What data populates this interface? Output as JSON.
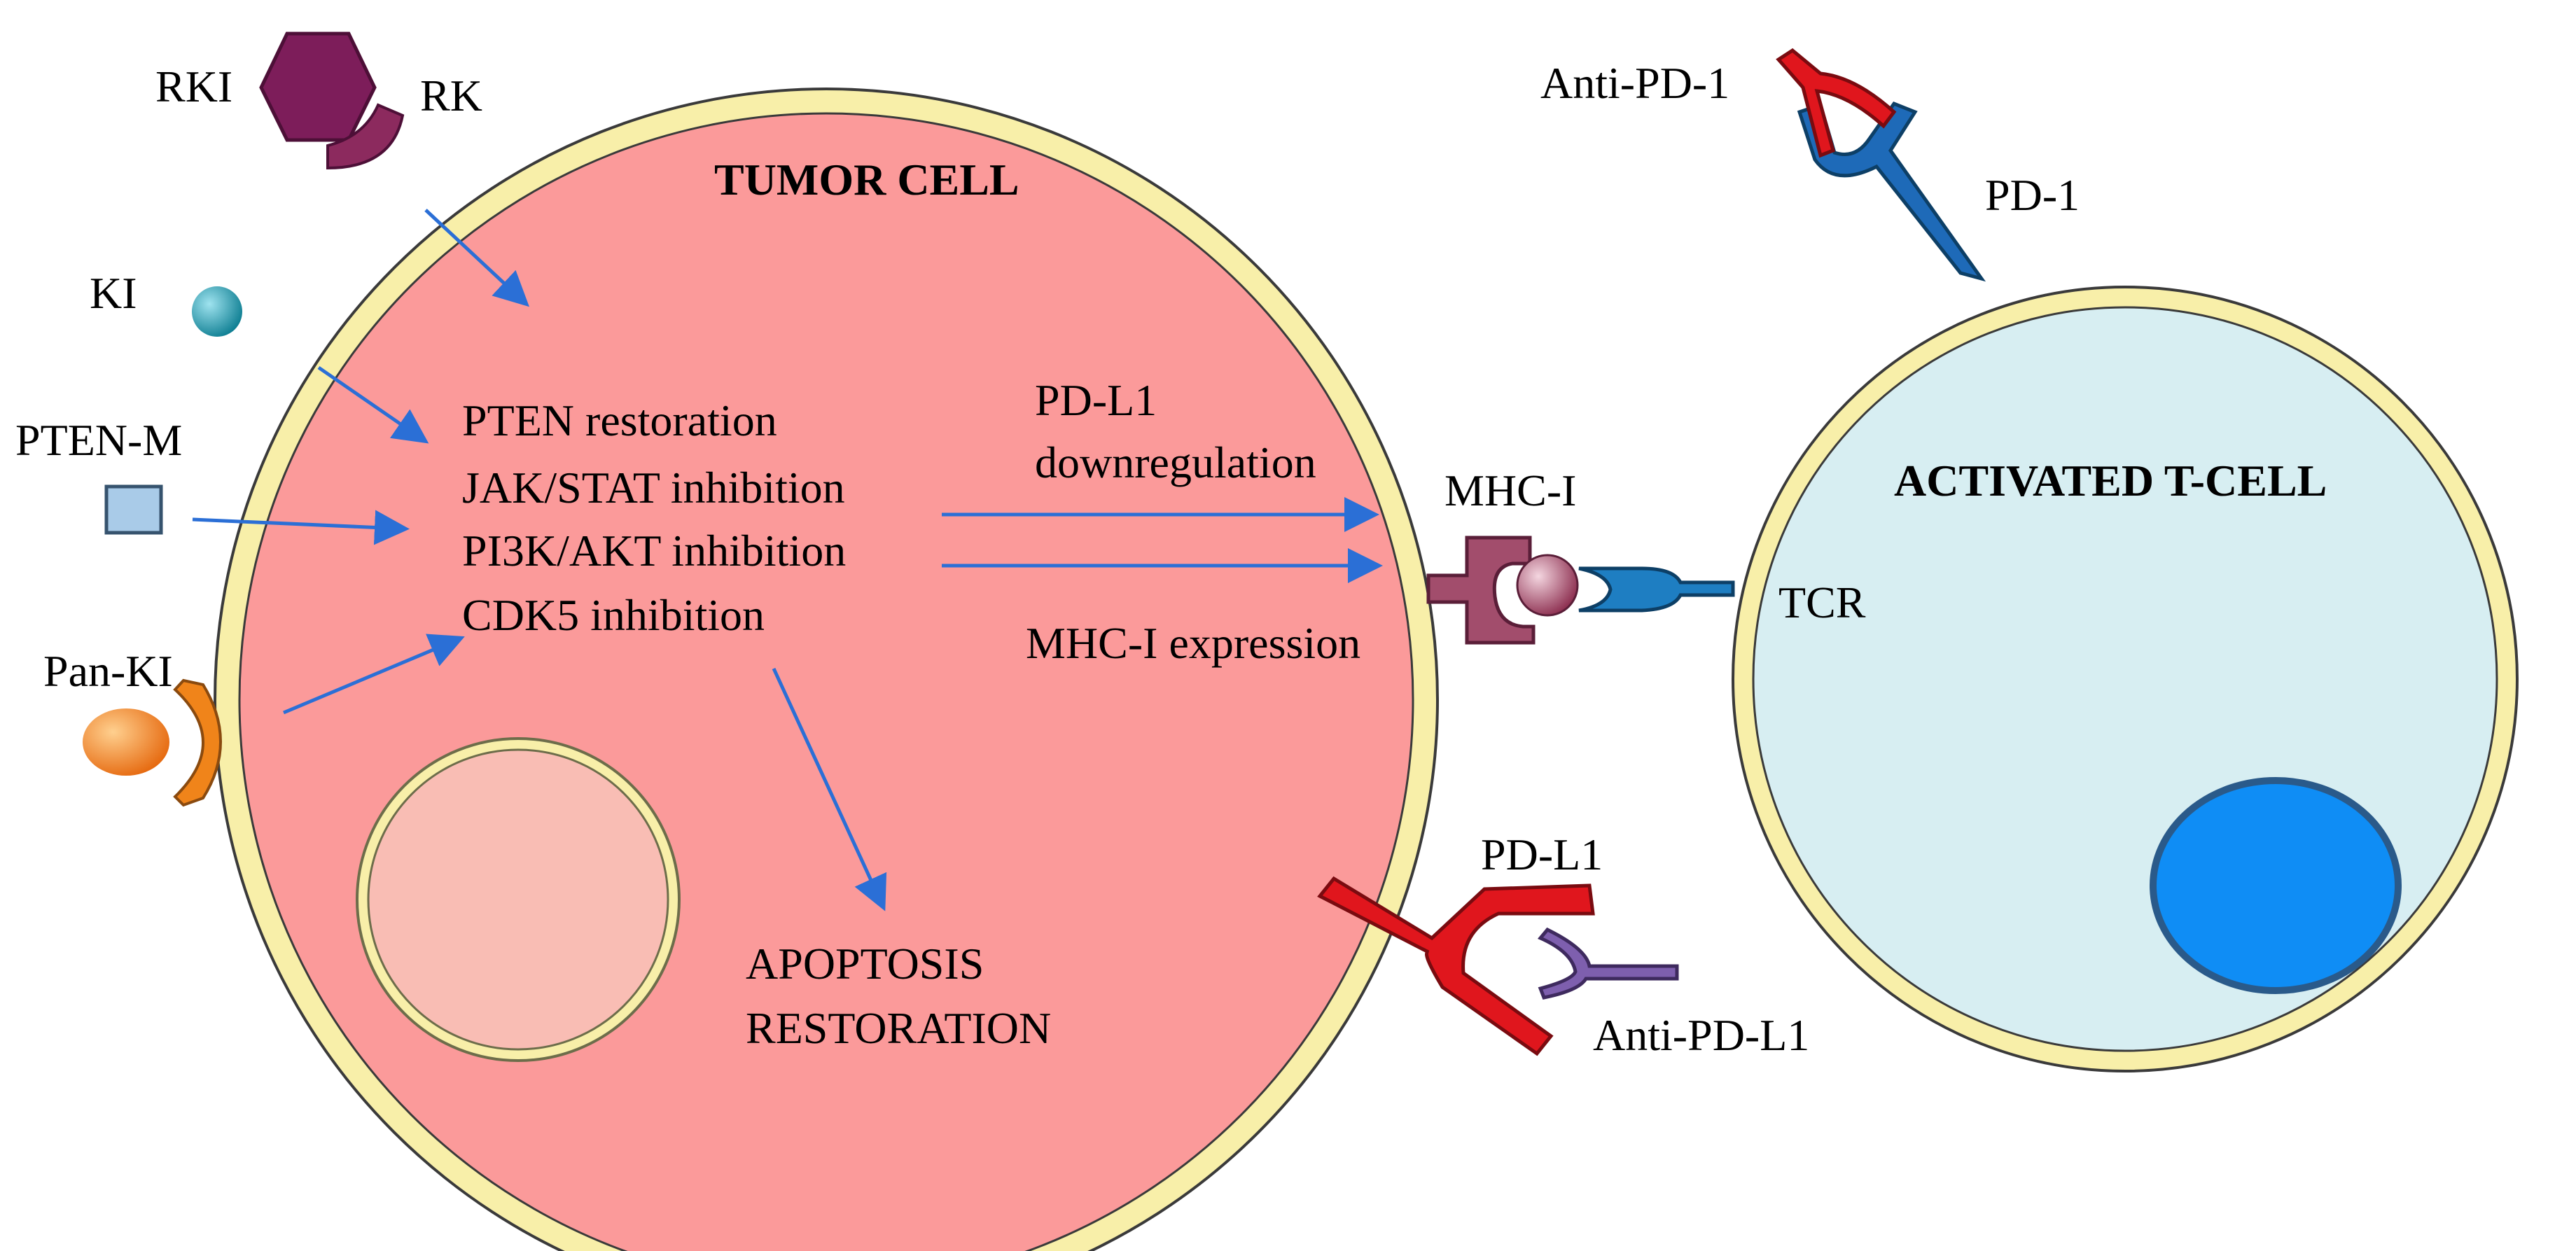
{
  "cells": {
    "tumor": {
      "label": "TUMOR CELL",
      "fill": "#fb9a9a",
      "membrane": "#f8efa9",
      "nucleus_fill": "#f9bdb4"
    },
    "tcell": {
      "label": "ACTIVATED T-CELL",
      "fill": "#d7eef2",
      "membrane": "#f8efa9",
      "nucleus_fill": "#0f8df5"
    }
  },
  "inhibitors": {
    "rki": "RKI",
    "rk": "RK",
    "ki": "KI",
    "pten_m": "PTEN-M",
    "pan_ki": "Pan-KI"
  },
  "pathways": [
    "PTEN restoration",
    "JAK/STAT inhibition",
    "PI3K/AKT inhibition",
    "CDK5 inhibition"
  ],
  "outcomes": {
    "pdl1_line1": "PD-L1",
    "pdl1_line2": "downregulation",
    "mhc_expression": "MHC-I expression",
    "apoptosis_line1": "APOPTOSIS",
    "apoptosis_line2": "RESTORATION"
  },
  "receptors": {
    "mhc": "MHC-I",
    "tcr": "TCR",
    "pd1": "PD-1",
    "anti_pd1": "Anti-PD-1",
    "pdl1": "PD-L1",
    "anti_pdl1": "Anti-PD-L1"
  },
  "colors": {
    "arrow": "#2b6fd6",
    "rki": "#7d1d5a",
    "ki": "#1592a8",
    "pten_m": "#a9cbe8",
    "pan_ki": "#f0841a",
    "mhc": "#a24d6c",
    "tcr": "#1e7ec2",
    "pd1": "#1e6ab8",
    "anti_pd1": "#e0161d",
    "pdl1": "#e0161d",
    "anti_pdl1": "#7e5fae"
  }
}
